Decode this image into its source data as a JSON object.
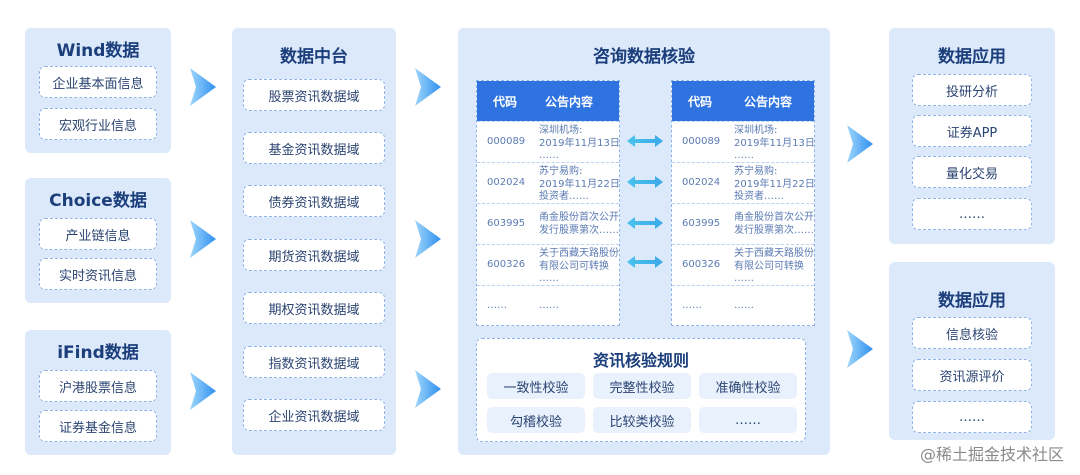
{
  "sources": [
    {
      "title": "Wind数据",
      "items": [
        "企业基本面信息",
        "宏观行业信息"
      ]
    },
    {
      "title": "Choice数据",
      "items": [
        "产业链信息",
        "实时资讯信息"
      ]
    },
    {
      "title": "iFind数据",
      "items": [
        "沪港股票信息",
        "证券基金信息"
      ]
    }
  ],
  "middle": {
    "title": "数据中台",
    "items": [
      "股票资讯数据域",
      "基金资讯数据域",
      "债券资讯数据域",
      "期货资讯数据域",
      "期权资讯数据域",
      "指数资讯数据域",
      "企业资讯数据域"
    ]
  },
  "check": {
    "title": "咨询数据核验",
    "headers": [
      "代码",
      "公告内容"
    ],
    "left_rows": [
      {
        "code": "000089",
        "lines": [
          "深圳机场:",
          "2019年11月13日",
          "……"
        ]
      },
      {
        "code": "002024",
        "lines": [
          "苏宁易购:",
          "2019年11月22日",
          "投资者……"
        ]
      },
      {
        "code": "603995",
        "lines": [
          "甬金股份首次公开",
          "发行股票第次……"
        ]
      },
      {
        "code": "600326",
        "lines": [
          "关于西藏天路股份",
          "有限公司可转换",
          "……"
        ]
      },
      {
        "code": "……",
        "lines": [
          "……"
        ]
      }
    ],
    "right_rows": [
      {
        "code": "000089",
        "lines": [
          "深圳机场:",
          "2019年11月13日",
          "……"
        ]
      },
      {
        "code": "002024",
        "lines": [
          "苏宁易购:",
          "2019年11月22日",
          "投资者……"
        ]
      },
      {
        "code": "603995",
        "lines": [
          "甬金股份首次公开",
          "发行股票第次……"
        ]
      },
      {
        "code": "600326",
        "lines": [
          "关于西藏天路股份",
          "有限公司可转换",
          "……"
        ]
      },
      {
        "code": "……",
        "lines": [
          "……"
        ]
      }
    ],
    "rules_title": "资讯核验规则",
    "rules": [
      "一致性校验",
      "完整性校验",
      "准确性校验",
      "勾稽校验",
      "比较类校验",
      "……"
    ]
  },
  "apps": [
    {
      "title": "数据应用",
      "items": [
        "投研分析",
        "证券APP",
        "量化交易",
        "……"
      ]
    },
    {
      "title": "数据应用",
      "items": [
        "信息核验",
        "资讯源评价",
        "……"
      ]
    }
  ],
  "watermark": "@稀土掘金技术社区",
  "colors": {
    "panel": "#dbe9fb",
    "header": "#2f73e1",
    "arrow": "#3aa6f0",
    "dbl_arrow": "#3fc0e6"
  }
}
